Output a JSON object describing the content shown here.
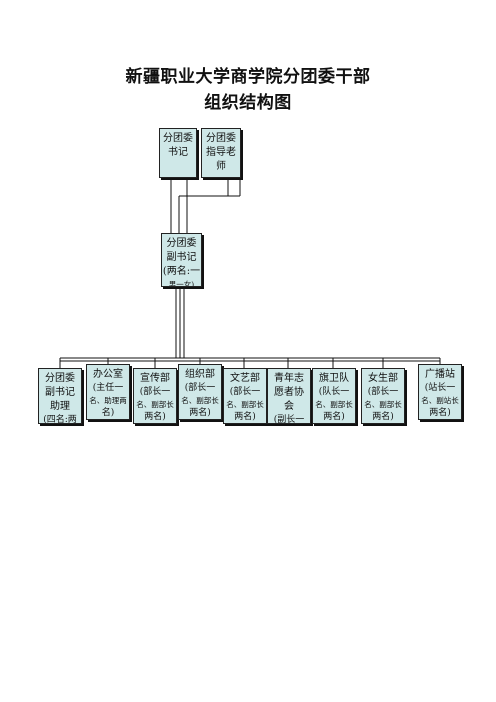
{
  "title": {
    "line1": "新疆职业大学商学院分团委干部",
    "line2": "组织结构图"
  },
  "colors": {
    "box_fill": "#cfe8e8",
    "line": "#111111"
  },
  "nodes": {
    "secretary": {
      "lines": [
        "分团委",
        "书记"
      ]
    },
    "advisor": {
      "lines": [
        "分团委",
        "指导老",
        "师"
      ]
    },
    "deputy": {
      "lines": [
        "分团委",
        "副书记",
        "(两名:一",
        "男一女)"
      ]
    }
  },
  "departments": [
    {
      "name": [
        "分团委",
        "副书记",
        "助理"
      ],
      "note": [
        "(四名:两"
      ]
    },
    {
      "name": [
        "办公室"
      ],
      "note": [
        "(主任一",
        "名、助理两",
        "名)"
      ]
    },
    {
      "name": [
        "宣传部"
      ],
      "note": [
        "(部长一",
        "名、副部长",
        "两名)"
      ]
    },
    {
      "name": [
        "组织部"
      ],
      "note": [
        "(部长一",
        "名、副部长",
        "两名)"
      ]
    },
    {
      "name": [
        "文艺部"
      ],
      "note": [
        "(部长一",
        "名、副部长",
        "两名)"
      ]
    },
    {
      "name": [
        "青年志",
        "愿者协",
        "会"
      ],
      "note": [
        "(副长一"
      ]
    },
    {
      "name": [
        "旗卫队"
      ],
      "note": [
        "(队长一",
        "名、副部长",
        "两名)"
      ]
    },
    {
      "name": [
        "女生部"
      ],
      "note": [
        "(部长一",
        "名、副部长",
        "两名)"
      ]
    },
    {
      "name": [
        "广播站"
      ],
      "note": [
        "(站长一",
        "名、副站长",
        "两名)"
      ]
    }
  ]
}
